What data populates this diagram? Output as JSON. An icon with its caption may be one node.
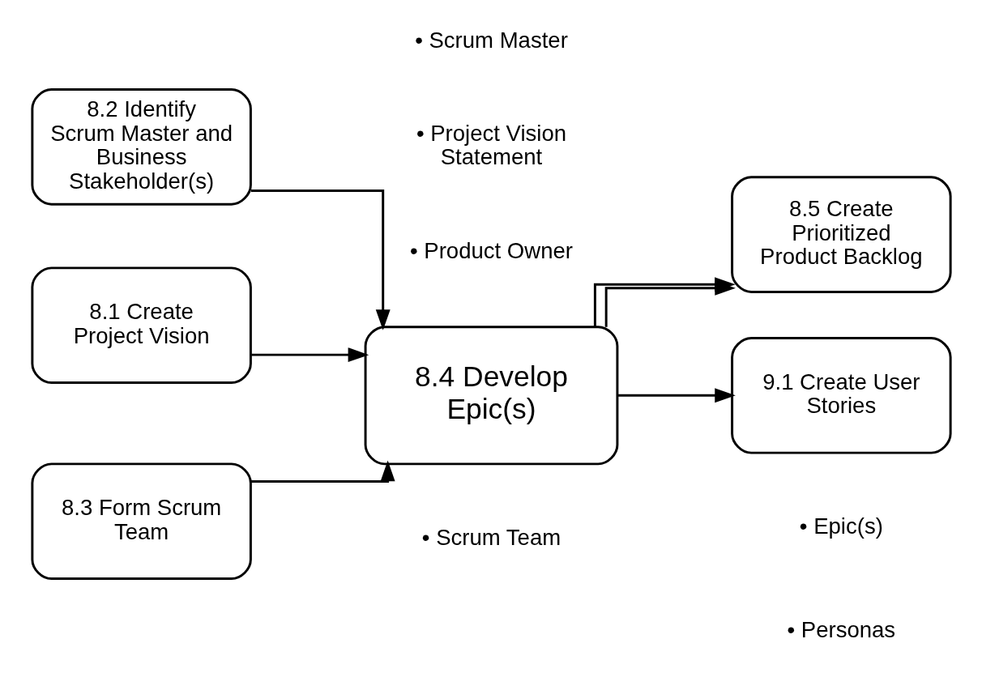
{
  "diagram": {
    "nodes": [
      {
        "text": [
          "8.1 Create Project Vision"
        ]
      },
      {
        "text": [
          "8.2 Identify Scrum Master and Business Stakeholder(s)"
        ]
      },
      {
        "text": [
          "8.3 Form Scrum Team"
        ]
      },
      {
        "text": [
          "8.4 Develop Epic(s)"
        ]
      },
      {
        "text": [
          "8.5 Create Prioritized Product Backlog"
        ]
      },
      {
        "text": [
          "9.1 Create User Stories"
        ]
      }
    ],
    "edges": [
      {
        "from": 0,
        "to": 3,
        "arrow": "to"
      },
      {
        "from": 1,
        "to": 3,
        "arrow": "to"
      },
      {
        "from": 2,
        "to": 3,
        "arrow": "to"
      },
      {
        "from": 3,
        "to": 4,
        "arrow": "to"
      },
      {
        "from": 3,
        "to": 4,
        "arrow": "to"
      },
      {
        "from": 3,
        "to": 5,
        "arrow": "to"
      }
    ],
    "labels": [
      "• Product Owner",
      "• Project Vision Statement",
      "• Scrum Master",
      "• Scrum Team",
      "• Epic(s)",
      "• Personas"
    ]
  }
}
